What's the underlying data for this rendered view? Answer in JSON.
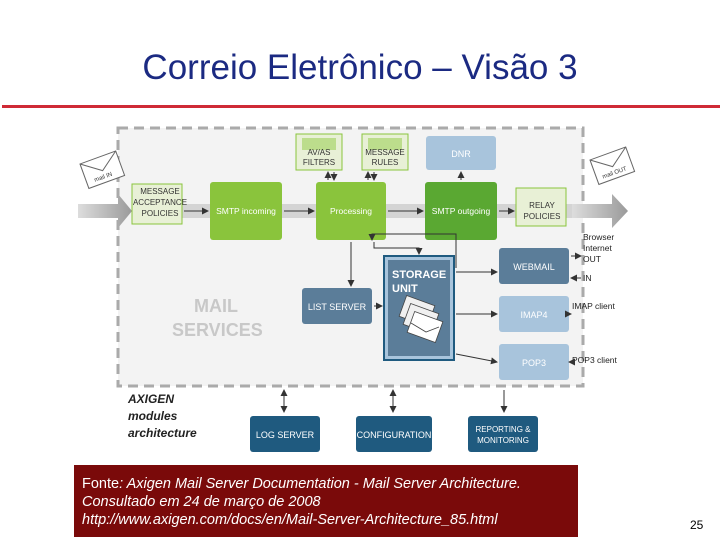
{
  "slide": {
    "title": "Correio Eletrônico – Visão 3",
    "page_number": "25"
  },
  "diagram": {
    "nodes": {
      "message_acceptance": [
        "MESSAGE",
        "ACCEPTANCE",
        "POLICIES"
      ],
      "smtp_incoming": "SMTP incoming",
      "processing": "Processing",
      "smtp_outgoing": "SMTP outgoing",
      "relay": [
        "RELAY",
        "POLICIES"
      ],
      "av_as": [
        "AV/AS",
        "FILTERS"
      ],
      "message_rules": [
        "MESSAGE",
        "RULES"
      ],
      "dnr": "DNR",
      "storage": [
        "STORAGE",
        "UNIT"
      ],
      "list_server": "LIST SERVER",
      "webmail": "WEBMAIL",
      "imap4": "IMAP4",
      "pop3": "POP3",
      "log_server": "LOG SERVER",
      "configuration": "CONFIGURATION",
      "reporting": [
        "REPORTING &",
        "MONITORING"
      ]
    },
    "region_label": [
      "MAIL",
      "SERVICES"
    ],
    "brand": [
      "AXIGEN",
      "modules",
      "architecture"
    ],
    "side_labels": {
      "browser": [
        "Browser",
        "Internet",
        "OUT",
        "IN"
      ],
      "imap_client": "IMAP client",
      "pop3_client": "POP3 client"
    },
    "envelopes": {
      "incoming": "mail IN",
      "outgoing": "mail OUT"
    },
    "colors": {
      "green": "#8ac43c",
      "blue": "#5b7d99",
      "dark_blue": "#1f5a7f",
      "light_blue": "#a8c4dc",
      "gray_light": "#dcdcdc"
    }
  },
  "caption": {
    "label": "Fonte",
    "line1_rest": ": Axigen Mail Server Documentation - Mail Server Architecture.",
    "line2": "Consultado em 24 de março de 2008",
    "line3": "http://www.axigen.com/docs/en/Mail-Server-Architecture_85.html"
  }
}
